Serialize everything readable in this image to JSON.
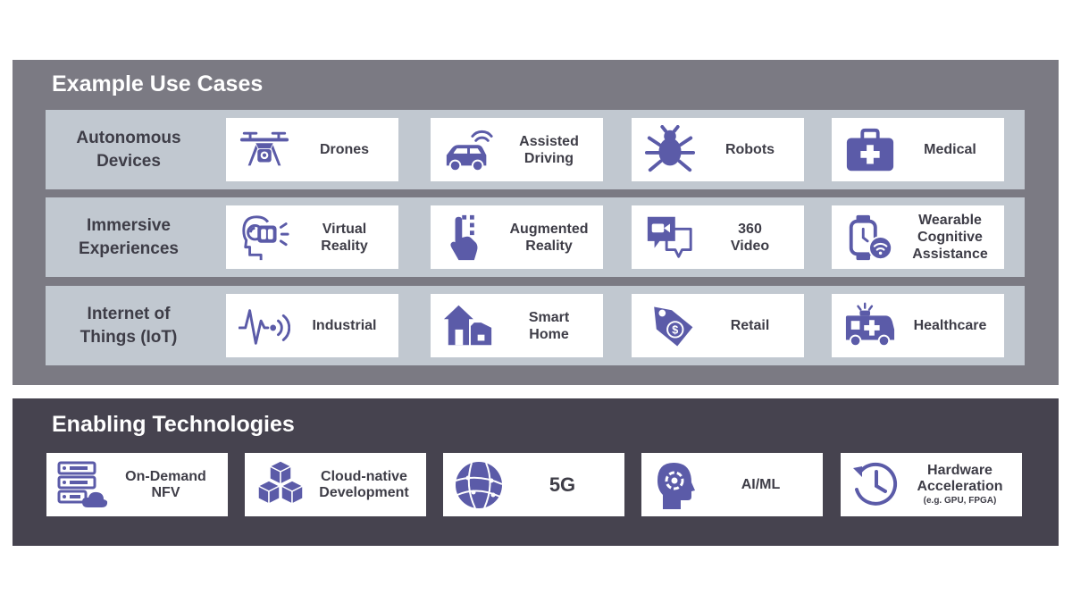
{
  "use_cases": {
    "title": "Example Use Cases",
    "rows": [
      {
        "label": "Autonomous\nDevices",
        "items": [
          {
            "label": "Drones",
            "icon": "drone-icon"
          },
          {
            "label": "Assisted\nDriving",
            "icon": "connected-car-icon"
          },
          {
            "label": "Robots",
            "icon": "robot-bug-icon"
          },
          {
            "label": "Medical",
            "icon": "medical-kit-icon"
          }
        ]
      },
      {
        "label": "Immersive\nExperiences",
        "items": [
          {
            "label": "Virtual\nReality",
            "icon": "vr-headset-icon"
          },
          {
            "label": "Augmented\nReality",
            "icon": "ar-touch-icon"
          },
          {
            "label": "360\nVideo",
            "icon": "video-chat-icon"
          },
          {
            "label": "Wearable\nCognitive\nAssistance",
            "icon": "smartwatch-icon"
          }
        ]
      },
      {
        "label": "Internet of\nThings (IoT)",
        "items": [
          {
            "label": "Industrial",
            "icon": "signal-wave-icon"
          },
          {
            "label": "Smart\nHome",
            "icon": "smart-home-icon"
          },
          {
            "label": "Retail",
            "icon": "price-tag-icon"
          },
          {
            "label": "Healthcare",
            "icon": "ambulance-icon"
          }
        ]
      }
    ]
  },
  "enabling": {
    "title": "Enabling Technologies",
    "items": [
      {
        "label": "On-Demand\nNFV",
        "icon": "server-cloud-icon"
      },
      {
        "label": "Cloud-native\nDevelopment",
        "icon": "cubes-icon"
      },
      {
        "label": "5G",
        "icon": "network-globe-icon"
      },
      {
        "label": "AI/ML",
        "icon": "ai-head-icon"
      },
      {
        "label": "Hardware\nAcceleration",
        "note": "(e.g. GPU, FPGA)",
        "icon": "clock-arrow-icon"
      }
    ]
  },
  "colors": {
    "accent": "#5b5ba8",
    "panel_top": "#7b7a83",
    "panel_bottom": "#46434f",
    "row_bg": "#c1c8d0",
    "text": "#3e3d47"
  }
}
